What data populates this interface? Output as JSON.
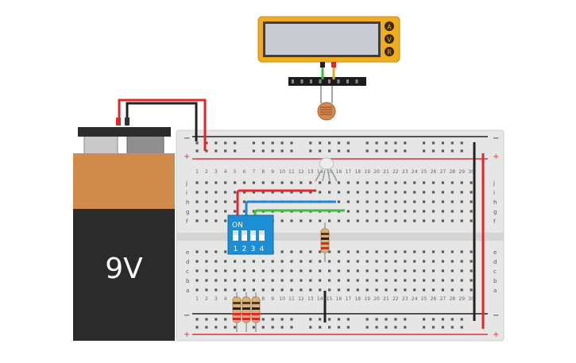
{
  "meter": {
    "display_text": "",
    "modes": [
      "A",
      "V",
      "R"
    ]
  },
  "battery": {
    "label": "9V"
  },
  "breadboard": {
    "row_letters_top": [
      "j",
      "i",
      "h",
      "g",
      "f"
    ],
    "row_letters_bottom": [
      "e",
      "d",
      "c",
      "b",
      "a"
    ],
    "rail_minus": "−",
    "rail_plus": "+",
    "column_count": 30
  },
  "dip_switch": {
    "on_label": "ON",
    "numbers": [
      "1",
      "2",
      "3",
      "4"
    ]
  },
  "colors": {
    "meter_body": "#f0ad1f",
    "meter_screen": "#c8ccd2",
    "battery_top": "#d08a4c",
    "battery_bottom": "#2b2b2b",
    "breadboard": "#e6e6e6",
    "wire_red": "#e02828",
    "wire_black": "#222222",
    "wire_blue": "#1e88d8",
    "wire_green": "#3cbf3c",
    "dip_body": "#1b8ed6"
  }
}
